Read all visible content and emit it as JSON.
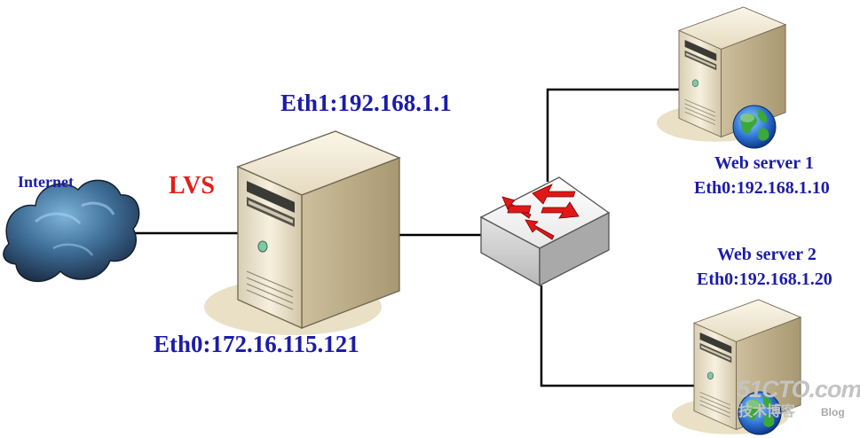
{
  "nodes": {
    "internet": {
      "label": "Internet"
    },
    "lvs": {
      "label": "LVS",
      "eth1": "Eth1:192.168.1.1",
      "eth0": "Eth0:172.16.115.121"
    },
    "web1": {
      "label": "Web server 1",
      "ip": "Eth0:192.168.1.10"
    },
    "web2": {
      "label": "Web server 2",
      "ip": "Eth0:192.168.1.20"
    }
  },
  "watermark": {
    "site": "51CTO.com",
    "sub": "技术博客",
    "blog": "Blog"
  },
  "colors": {
    "label_blue": "#1c1ca8",
    "lvs_red": "#e0201c",
    "server_beige": "#ece2c8",
    "cloud_blue": "#3f6f98",
    "switch_arrow": "#e01818"
  },
  "icons": [
    "cloud-icon",
    "server-tower-icon",
    "network-switch-icon",
    "globe-icon"
  ]
}
